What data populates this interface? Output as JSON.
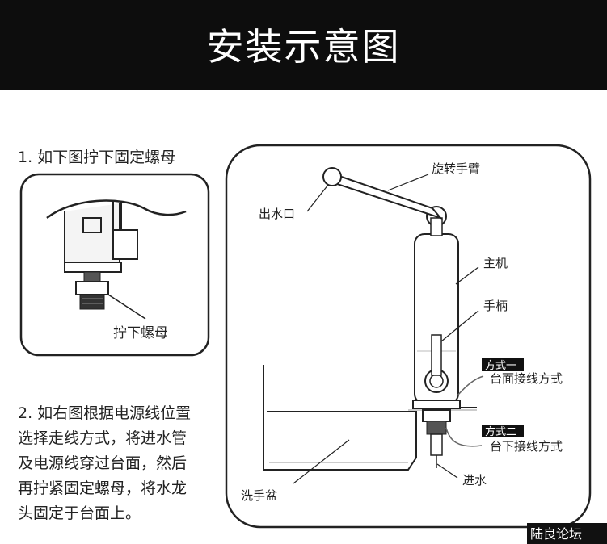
{
  "header": {
    "title": "安装示意图"
  },
  "steps": {
    "step1": "1. 如下图拧下固定螺母",
    "step2_lines": [
      "2. 如右图根据电源线位置",
      "选择走线方式，将进水管",
      "及电源线穿过台面，然后",
      "再拧紧固定螺母，将水龙",
      "头固定于台面上。"
    ]
  },
  "left_diagram": {
    "nut_label": "拧下螺母"
  },
  "right_diagram": {
    "rotating_arm": "旋转手臂",
    "outlet": "出水口",
    "main_unit": "主机",
    "handle": "手柄",
    "method1_badge": "方式一",
    "method1_text": "台面接线方式",
    "method2_badge": "方式二",
    "method2_text": "台下接线方式",
    "water_inlet": "进水",
    "sink": "洗手盆"
  },
  "watermark": "陆良论坛"
}
